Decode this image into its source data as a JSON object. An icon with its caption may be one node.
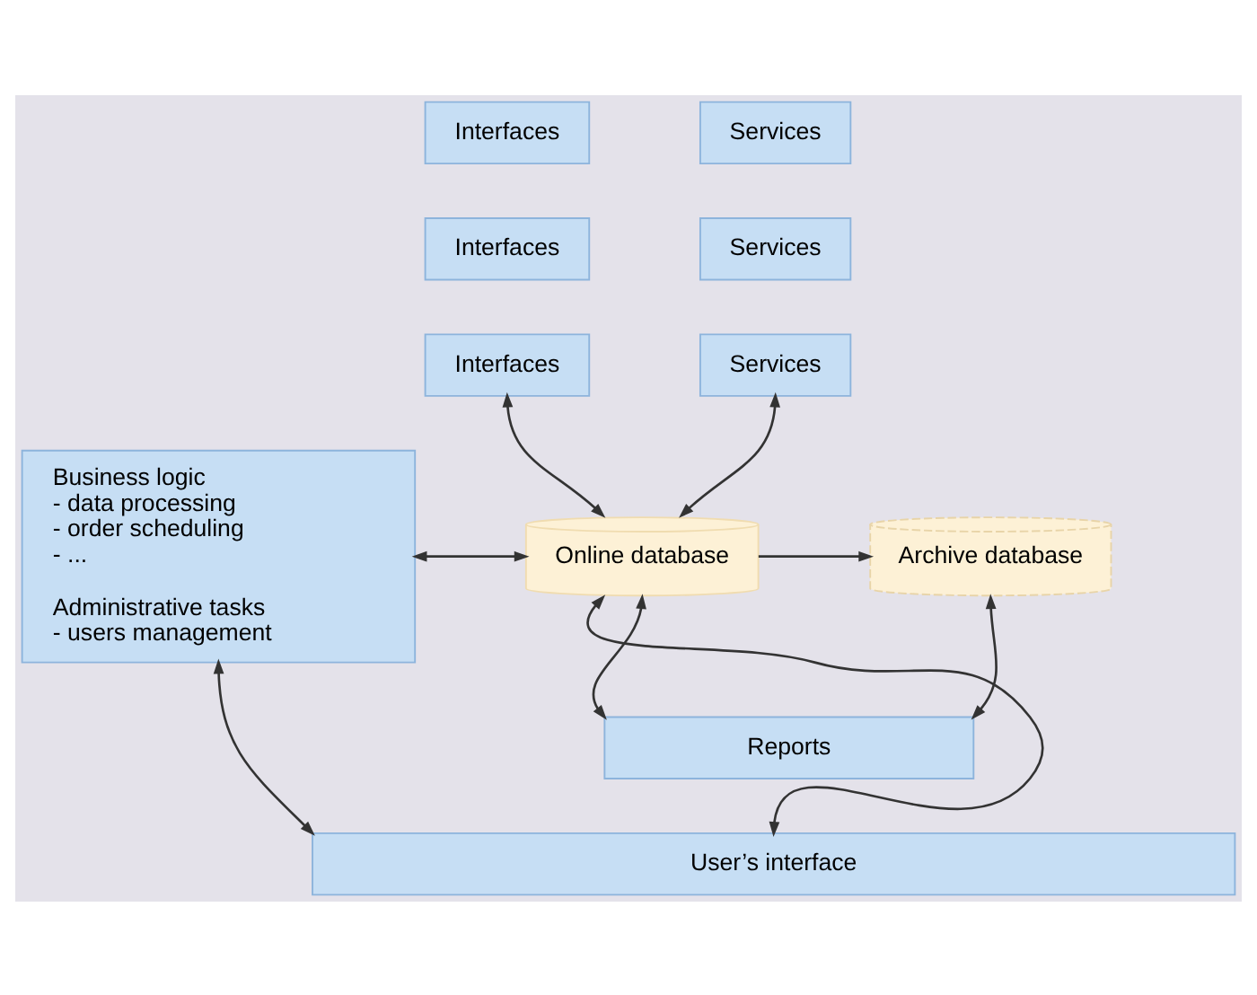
{
  "diagram": {
    "nodes": [
      {
        "text": [
          "Interfaces"
        ]
      },
      {
        "text": [
          "Interfaces"
        ]
      },
      {
        "text": [
          "Interfaces"
        ]
      },
      {
        "text": [
          "Services"
        ]
      },
      {
        "text": [
          "Services"
        ]
      },
      {
        "text": [
          "Services"
        ]
      },
      {
        "text": [
          "Business logic - data processing - order scheduling - ...",
          "Administrative tasks - users management"
        ]
      },
      {
        "text": [
          "Online database"
        ]
      },
      {
        "text": [
          "Archive database"
        ]
      },
      {
        "text": [
          "Reports"
        ]
      },
      {
        "text": [
          "User’s interface"
        ]
      }
    ],
    "edges": [
      {
        "from": 7,
        "to": 2,
        "arrow": "both"
      },
      {
        "from": 7,
        "to": 5,
        "arrow": "both"
      },
      {
        "from": 6,
        "to": 7,
        "arrow": "both"
      },
      {
        "from": 7,
        "to": 8,
        "arrow": "to"
      },
      {
        "from": 7,
        "to": 9,
        "arrow": "both"
      },
      {
        "from": 8,
        "to": 9,
        "arrow": "both"
      },
      {
        "from": 6,
        "to": 10,
        "arrow": "both"
      },
      {
        "from": 10,
        "to": 7,
        "arrow": "both"
      }
    ]
  }
}
